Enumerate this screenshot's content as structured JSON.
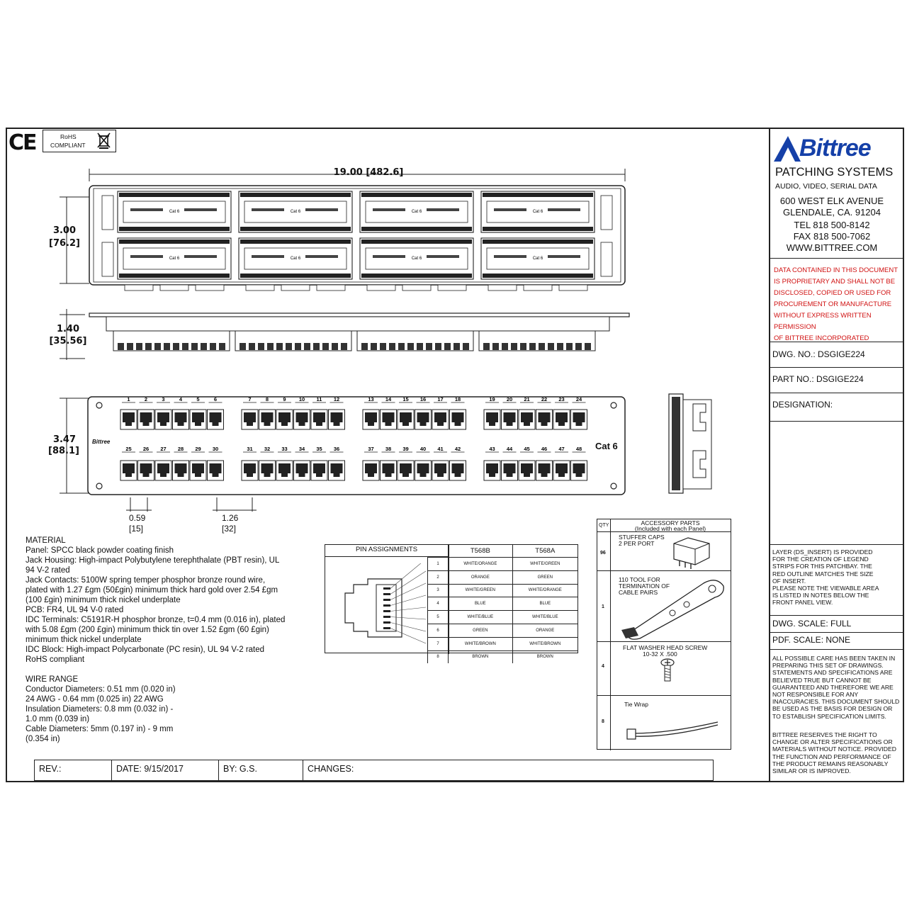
{
  "cert": {
    "ce": "CE",
    "rohs_line1": "RoHS",
    "rohs_line2": "COMPLIANT"
  },
  "dims": {
    "width": "19.00  [482.6]",
    "height_top": "3.00",
    "height_top_mm": "[76.2]",
    "depth": "1.40",
    "depth_mm": "[35.56]",
    "height_front": "3.47",
    "height_front_mm": "[88.1]",
    "spacing1": "0.59",
    "spacing1_mm": "[15]",
    "spacing2": "1.26",
    "spacing2_mm": "[32]"
  },
  "front_panel": {
    "label": "Cat 6",
    "brand": "Bittree",
    "top_ports": [
      "1",
      "2",
      "3",
      "4",
      "5",
      "6",
      "7",
      "8",
      "9",
      "10",
      "11",
      "12",
      "13",
      "14",
      "15",
      "16",
      "17",
      "18",
      "19",
      "20",
      "21",
      "22",
      "23",
      "24"
    ],
    "bottom_ports": [
      "25",
      "26",
      "27",
      "28",
      "29",
      "30",
      "31",
      "32",
      "33",
      "34",
      "35",
      "36",
      "37",
      "38",
      "39",
      "40",
      "41",
      "42",
      "43",
      "44",
      "45",
      "46",
      "47",
      "48"
    ]
  },
  "rear_panel": {
    "module_label": "Cat 6"
  },
  "material": {
    "heading": "MATERIAL",
    "lines": [
      "Panel: SPCC black powder coating finish",
      "Jack Housing: High-impact Polybutylene terephthalate (PBT resin), UL",
      "94 V-2 rated",
      "Jack Contacts: 5100W spring temper phosphor bronze round wire,",
      "plated with 1.27 £gm (50£gin) minimum thick hard gold over 2.54 £gm",
      "(100 £gin) minimum thick nickel underplate",
      "PCB: FR4, UL 94 V-0 rated",
      "IDC Terminals: C5191R-H phosphor bronze, t=0.4 mm (0.016 in), plated",
      "with 5.08 £gm (200 £gin) minimum thick tin over 1.52 £gm (60 £gin)",
      "minimum thick nickel underplate",
      "IDC Block: High-impact Polycarbonate (PC resin), UL 94 V-2 rated",
      "RoHS compliant"
    ]
  },
  "wire_range": {
    "heading": "WIRE RANGE",
    "lines": [
      "Conductor Diameters: 0.51 mm (0.020 in)",
      "24 AWG - 0.64 mm (0.025 in) 22 AWG",
      "Insulation Diameters: 0.8 mm (0.032 in) -",
      "1.0 mm (0.039 in)",
      "Cable Diameters: 5mm (0.197 in) - 9 mm",
      "(0.354 in)"
    ]
  },
  "pin_table": {
    "title": "PIN ASSIGNMENTS",
    "col_a": "T568B",
    "col_b": "T568A",
    "rows": [
      {
        "pin": "1",
        "a": "WHITE/ORANGE",
        "b": "WHITE/GREEN"
      },
      {
        "pin": "2",
        "a": "ORANGE",
        "b": "GREEN"
      },
      {
        "pin": "3",
        "a": "WHITE/GREEN",
        "b": "WHITE/ORANGE"
      },
      {
        "pin": "4",
        "a": "BLUE",
        "b": "BLUE"
      },
      {
        "pin": "5",
        "a": "WHITE/BLUE",
        "b": "WHITE/BLUE"
      },
      {
        "pin": "6",
        "a": "GREEN",
        "b": "ORANGE"
      },
      {
        "pin": "7",
        "a": "WHITE/BROWN",
        "b": "WHITE/BROWN"
      },
      {
        "pin": "8",
        "a": "BROWN",
        "b": "BROWN"
      }
    ]
  },
  "accessories": {
    "qty_header": "QTY",
    "title_line1": "ACCESSORY PARTS",
    "title_line2": "(Included with each Panel)",
    "items": [
      {
        "qty": "96",
        "line1": "STUFFER CAPS",
        "line2": "2 PER PORT"
      },
      {
        "qty": "1",
        "line1": "110 TOOL FOR",
        "line2": "TERMINATION OF",
        "line3": "CABLE PAIRS"
      },
      {
        "qty": "4",
        "line1": "FLAT WASHER HEAD SCREW",
        "line2": "10-32 X .500"
      },
      {
        "qty": "8",
        "line1": "Tie Wrap"
      }
    ]
  },
  "title_block": {
    "logo": "Bittree",
    "company": "PATCHING SYSTEMS",
    "tagline": "AUDIO, VIDEO, SERIAL DATA",
    "address1": "600 WEST ELK AVENUE",
    "address2": "GLENDALE, CA. 91204",
    "tel": "TEL 818 500-8142",
    "fax": "FAX 818 500-7062",
    "web": "WWW.BITTREE.COM",
    "proprietary": [
      "DATA CONTAINED IN THIS DOCUMENT",
      "IS PROPRIETARY AND SHALL NOT BE",
      "DISCLOSED, COPIED OR USED FOR",
      "PROCUREMENT OR MANUFACTURE",
      "WITHOUT EXPRESS WRITTEN PERMISSION",
      "OF BITTREE INCORPORATED"
    ],
    "dwg_no": "DWG. NO.: DSGIGE224",
    "part_no": "PART NO.: DSGIGE224",
    "designation": "DESIGNATION:",
    "layer_note": [
      "LAYER (DS_INSERT) IS PROVIDED",
      "FOR THE CREATION OF LEGEND",
      "STRIPS FOR THIS PATCHBAY. THE",
      "RED OUTLINE MATCHES THE SIZE",
      "OF INSERT.",
      "PLEASE NOTE THE VIEWABLE AREA",
      "IS LISTED IN NOTES BELOW THE",
      "FRONT PANEL VIEW."
    ],
    "dwg_scale": "DWG. SCALE: FULL",
    "pdf_scale": "PDF. SCALE: NONE",
    "care_note": [
      "ALL POSSIBLE CARE HAS BEEN TAKEN IN",
      "PREPARING THIS SET OF DRAWINGS.",
      "STATEMENTS AND SPECIFICATIONS ARE",
      "BELIEVED TRUE BUT CANNOT BE",
      "GUARANTEED AND THEREFORE WE ARE",
      "NOT RESPONSIBLE FOR ANY",
      "INACCURACIES. THIS DOCUMENT SHOULD",
      "BE USED AS THE BASIS FOR DESIGN OR",
      "TO ESTABLISH SPECIFICATION LIMITS."
    ],
    "rights_note": [
      "BITTREE RESERVES THE RIGHT TO",
      "CHANGE OR ALTER SPECIFICATIONS OR",
      "MATERIALS WITHOUT NOTICE. PROVIDED",
      "THE FUNCTION AND PERFORMANCE OF",
      "THE PRODUCT REMAINS REASONABLY",
      "SIMILAR OR IS IMPROVED."
    ]
  },
  "revision": {
    "rev": "REV.:",
    "date": "DATE: 9/15/2017",
    "by": "BY: G.S.",
    "changes": "CHANGES:"
  }
}
